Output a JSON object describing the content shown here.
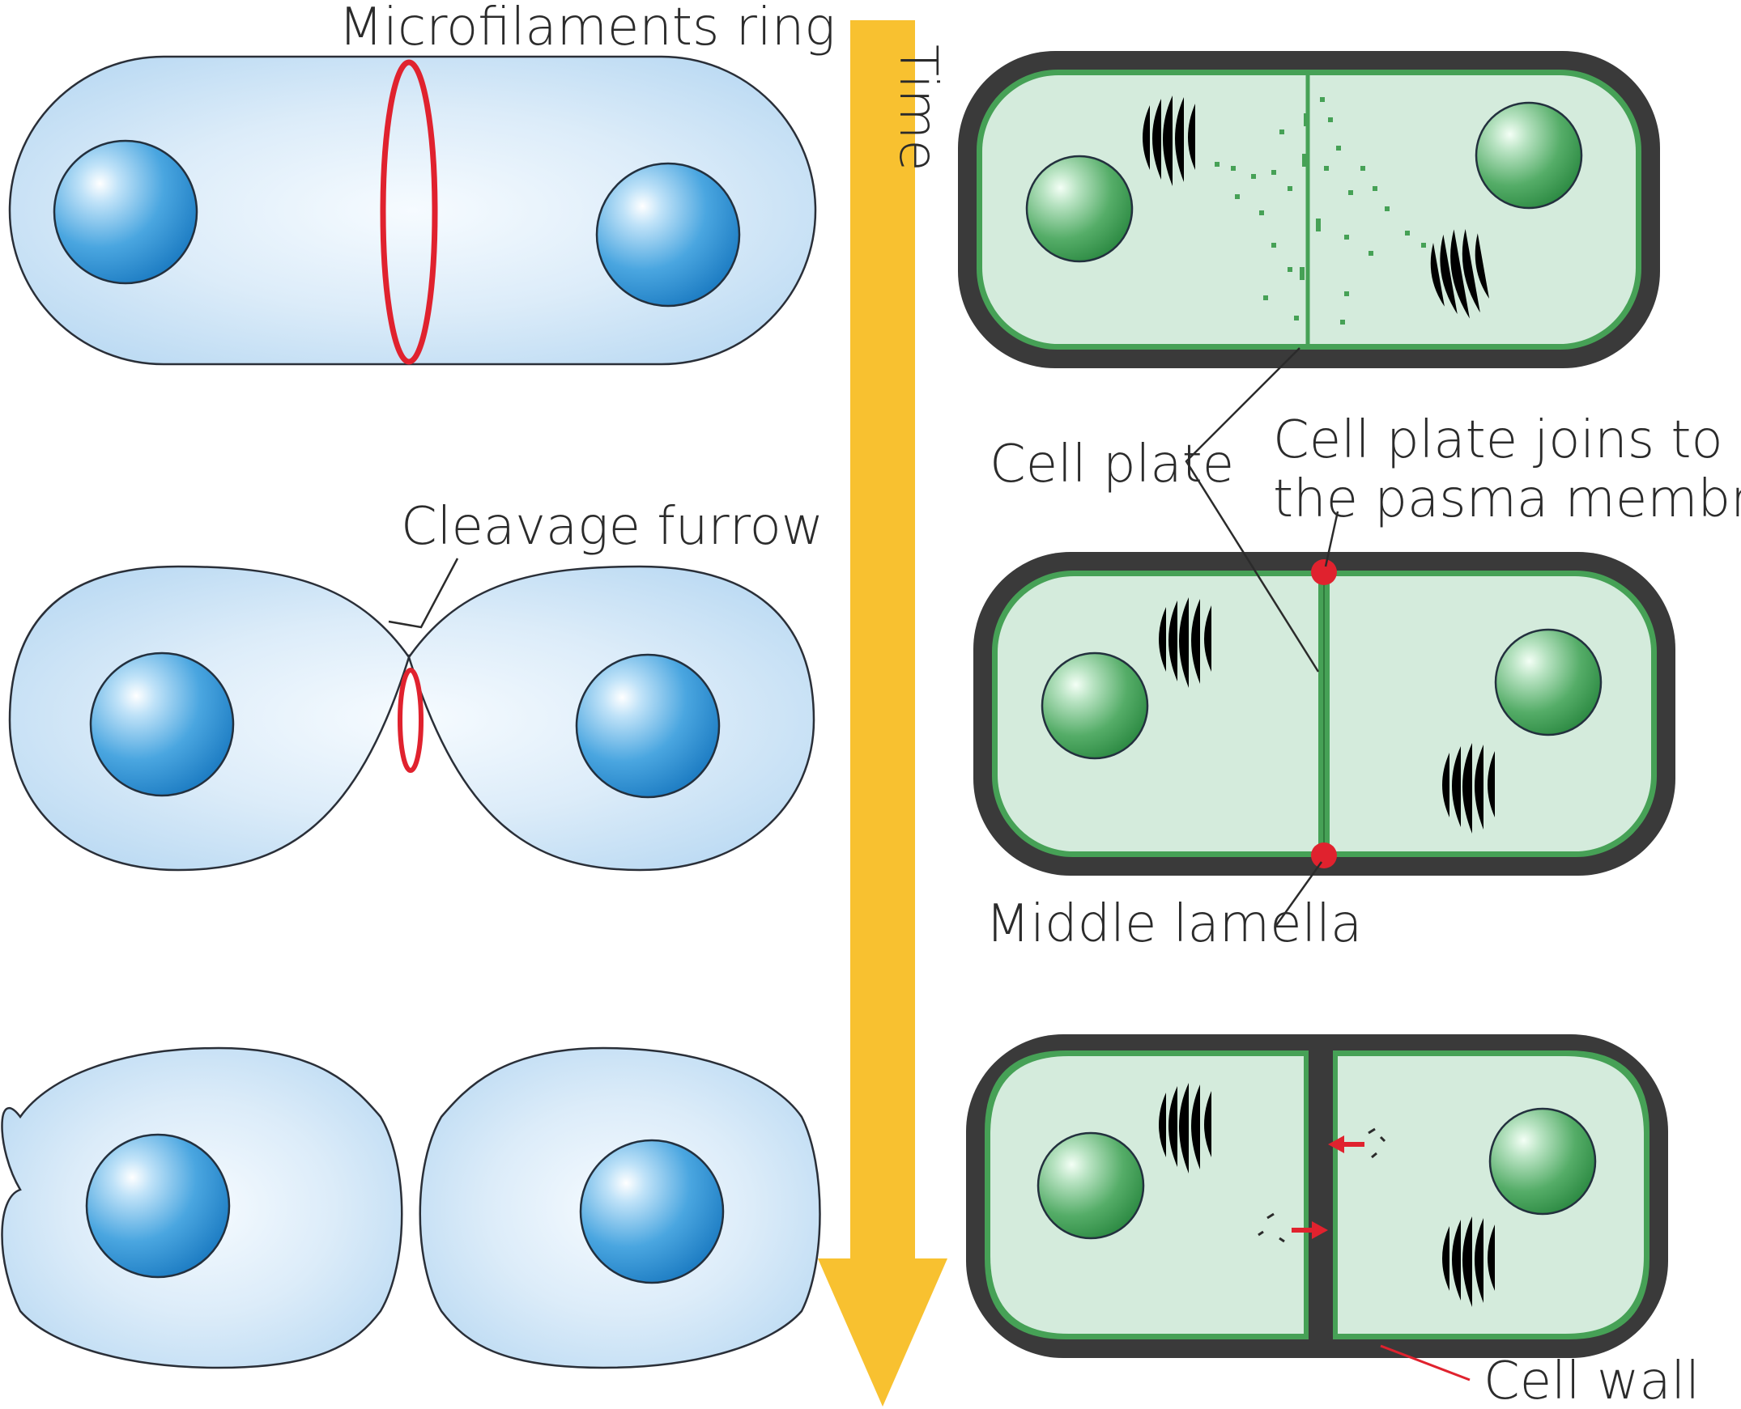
{
  "labels": {
    "microfilaments_ring": "Microfilaments ring",
    "cleavage_furrow": "Cleavage furrow",
    "time": "Time",
    "cell_plate": "Cell plate",
    "cell_plate_joins_line1": "Cell plate joins to",
    "cell_plate_joins_line2": "the pasma membrane",
    "middle_lamella": "Middle lamella",
    "cell_wall": "Cell wall"
  },
  "colors": {
    "animal_cell_fill": "#c6e0f5",
    "animal_cell_center": "#f6fbff",
    "animal_nucleus": "#3a9ad8",
    "plant_cell_fill": "#d4ebdc",
    "plant_nucleus": "#43a35a",
    "plant_membrane": "#46a156",
    "cell_wall": "#3a3a3a",
    "ring_red": "#e0222e",
    "time_arrow": "#f8c130"
  }
}
